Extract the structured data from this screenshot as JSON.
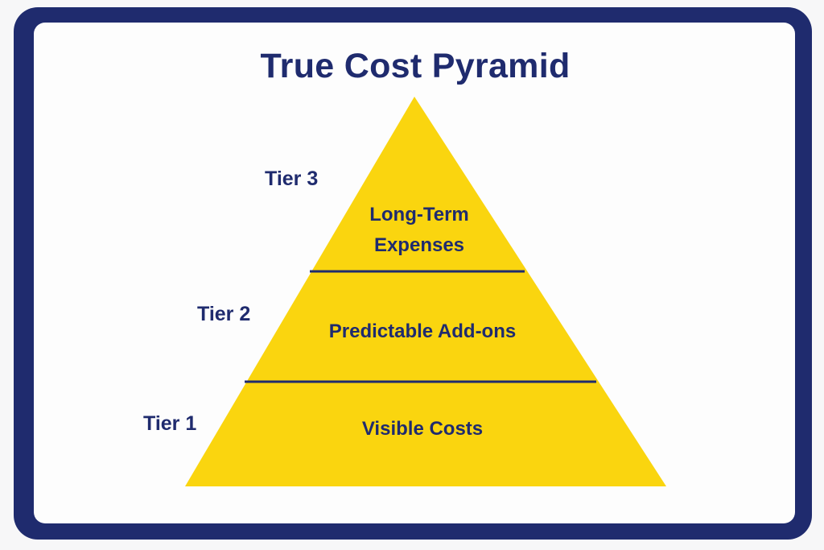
{
  "title": "True Cost Pyramid",
  "colors": {
    "frame": "#1f2b6e",
    "panel": "#fdfdfd",
    "pyramid_fill": "#fad50f",
    "text": "#1f2b6e",
    "divider": "#1f2b6e"
  },
  "tiers": [
    {
      "tier_label": "Tier 3",
      "section_label_line1": "Long-Term",
      "section_label_line2": "Expenses"
    },
    {
      "tier_label": "Tier 2",
      "section_label": "Predictable Add-ons"
    },
    {
      "tier_label": "Tier 1",
      "section_label": "Visible Costs"
    }
  ]
}
